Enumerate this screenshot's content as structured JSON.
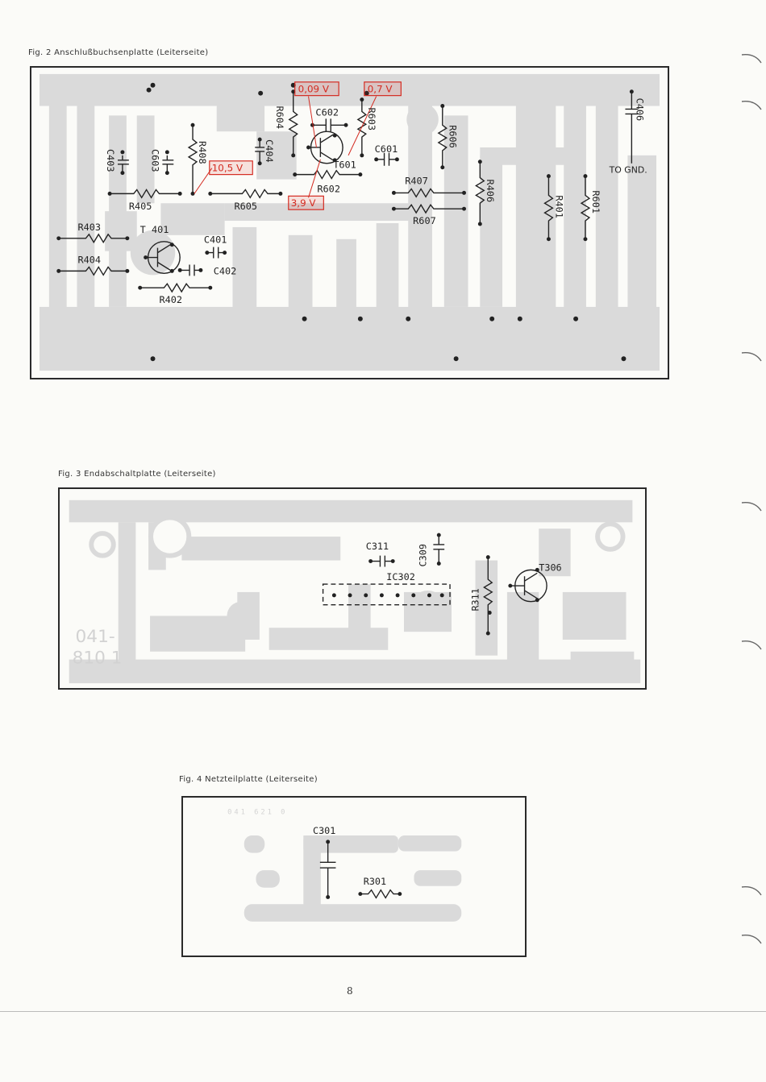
{
  "fig2": {
    "title": "Fig. 2  Anschlußbuchsenplatte    (Leiterseite)",
    "labels": {
      "r604": "R604",
      "c602": "C602",
      "r603": "R603",
      "r606": "R606",
      "c406": "C406",
      "c403": "C403",
      "c603": "C603",
      "r408": "R408",
      "c404": "C404",
      "c601": "C601",
      "t601": "T601",
      "r602": "R602",
      "r407": "R407",
      "r406": "R406",
      "r401": "R401",
      "r601": "R601",
      "to_gnd": "TO GND.",
      "r405": "R405",
      "r605": "R605",
      "r607": "R607",
      "r403": "R403",
      "t401": "T 401",
      "c401": "C401",
      "r404": "R404",
      "c402": "C402",
      "r402": "R402"
    },
    "voltages": {
      "v1": "0,09 V",
      "v2": "0,7 V",
      "v3": "10,5 V",
      "v4": "3,9 V"
    }
  },
  "fig3": {
    "title": "Fig. 3  Endabschaltplatte (Leiterseite)",
    "labels": {
      "c311": "C311",
      "c309": "C309",
      "ic302": "IC302",
      "r311": "R311",
      "t306": "T306"
    },
    "board_number": {
      "line1": "041-",
      "line2": "810 1"
    }
  },
  "fig4": {
    "title": "Fig. 4  Netzteilplatte (Leiterseite)",
    "labels": {
      "c301": "C301",
      "r301": "R301"
    },
    "board_number": "041 621 0"
  },
  "page_number": "8",
  "colors": {
    "voltage_marker": "#d42a20",
    "trace": "#dadada",
    "ink": "#222222"
  }
}
